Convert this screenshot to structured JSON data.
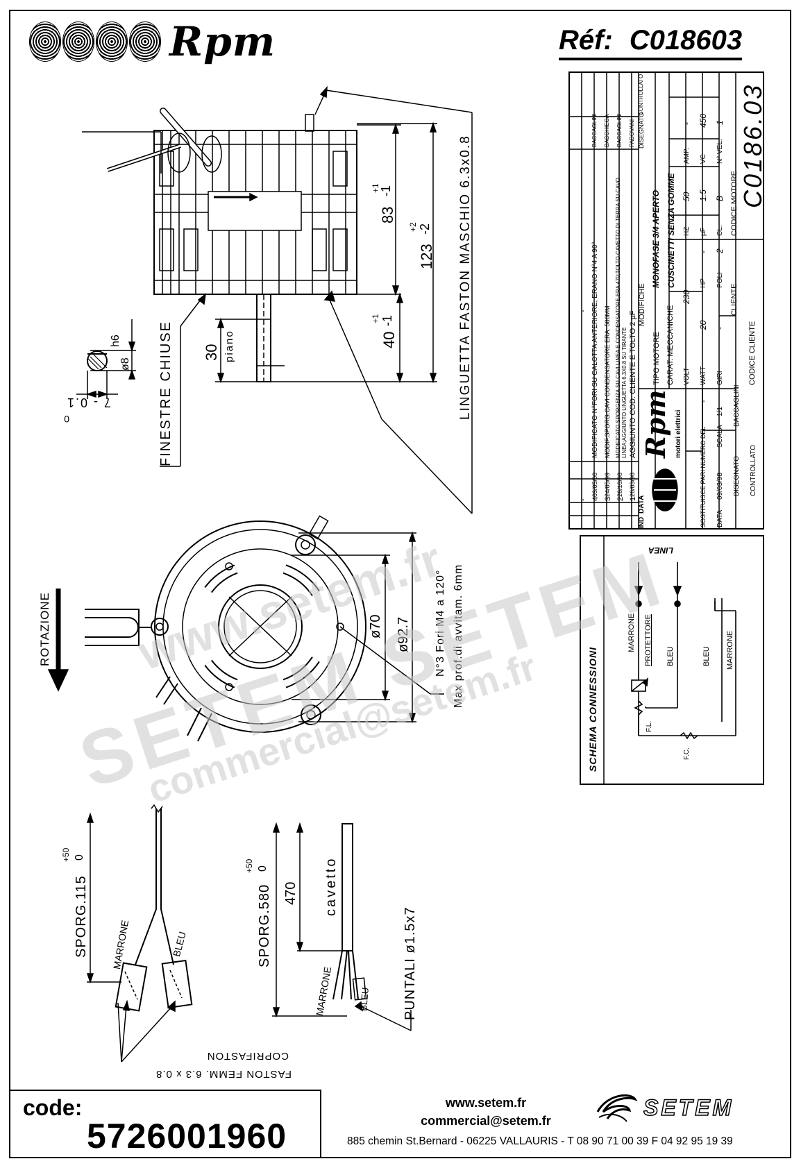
{
  "header": {
    "brand": "Rpm",
    "ref_label": "Réf:",
    "ref_value": "C018603"
  },
  "drawing": {
    "dim_83": "83",
    "dim_83_tol_upper": "+1",
    "dim_83_tol_lower": "-1",
    "dim_123": "123",
    "dim_123_tol_upper": "+2",
    "dim_123_tol_lower": "-2",
    "dim_40": "40",
    "dim_40_tol_upper": "+1",
    "dim_40_tol_lower": "-1",
    "dim_30": "30",
    "piano": "piano",
    "h6": "h6",
    "diam8": "ø8",
    "dim_7": "7 - 0.1",
    "dim_7_tol": "0",
    "finestre": "FINESTRE CHIUSE",
    "linguetta": "LINGUETTA FASTON MASCHIO 6.3x0.8",
    "fori": "N°3 Fori M4 a 120°",
    "max_prof": "Max prof.di avvitam. 6mm",
    "diam70": "ø70",
    "diam92": "ø92.7",
    "rotazione": "ROTAZIONE",
    "sporg115": "SPORG.115",
    "sporg115_tol": "+50",
    "sporg115_zero": "0",
    "marrone1": "MARRONE",
    "bleu1": "BLEU",
    "faston_femm": "FASTON FEMM. 6.3 x 0.8",
    "coprifaston": "COPRIFASTON",
    "sporg580": "SPORG.580",
    "sporg580_tol": "+50",
    "sporg580_zero": "0",
    "dim_470": "470",
    "cavetto": "cavetto",
    "marrone2": "MARRONE",
    "bleu2": "BLEU",
    "puntali": "PUNTALI ø1.5x7"
  },
  "title_block": {
    "rev_header": {
      "ind": "IND",
      "data": "DATA",
      "modifiche": "MODIFICHE",
      "disegnato": "DISEGNATO",
      "controllato": "CONTROLLATO"
    },
    "revisions": [
      {
        "ind": "4",
        "data": "03/05/00",
        "text": "MODIFICATO N°FORI SU CALOTTA ANTERIORE, ERANO N°4 A 90°",
        "disegnato": "BACCAGLINI"
      },
      {
        "ind": "3",
        "data": "24/05/99",
        "text": "MODIF.SPORG.CAVI CONDENSATORE ERA: 580MM",
        "disegnato": "BACCHIEGA"
      },
      {
        "ind": "2",
        "data": "26/10/98",
        "text": "MODIFICATO SPORGENZA SU CAVI LINEA E CONDENSATORE,ERA 470;TOLTO CAVETTO DI TERRA SU CAVO LINEA;AGGIUNTO LINGUETTA 6.3X0.8 SU TIRANTE",
        "disegnato": "BACCAGLINI"
      },
      {
        "ind": "1",
        "data": "26/03/98",
        "text": "AGGIUNTO COD. CLIENTE E TOLTO 2 µF",
        "disegnato": "PADOVANI"
      }
    ],
    "dash": "-",
    "logo_name": "Rpm",
    "logo_sub": "motori elettrici",
    "tipo_motore_label": "TIPO MOTORE",
    "tipo_motore": "MONOFASE 3/4 APERTO",
    "carat_label": "CARAT. MECCANICHE",
    "carat": "CUSCINETTI SENZA GOMME",
    "volt_label": "VOLT",
    "volt": "230",
    "hz_label": "HZ",
    "hz": "50",
    "amp_label": "AMP.",
    "amp": "-",
    "watt_label": "WATT",
    "watt": "20",
    "hp_label": "HP",
    "hp": "-",
    "uf_label": "µF",
    "uf": "1.5",
    "vc_label": "VC",
    "vc": "450",
    "giri_label": "GIRI",
    "giri": "-",
    "poli_label": "POLI",
    "poli": "2",
    "cl_label": "CL.",
    "cl": "B",
    "nvel_label": "N° VEL.",
    "nvel": "1",
    "cliente_label": "CLIENTE",
    "codice_motore_label": "CODICE MOTORE",
    "codice_motore": "C0186.03",
    "codice_cliente_label": "CODICE CLIENTE",
    "sostituisce_label": "SOSTITUISCE PARI NUMERO DEL",
    "sostituisce": "-",
    "data_label": "DATA",
    "data": "09/03/98",
    "scala_label": "SCALA",
    "scala": "1/1",
    "disegnato_label": "DISEGNATO",
    "disegnato": "BACCAGLINI",
    "controllato_label": "CONTROLLATO"
  },
  "schema": {
    "title": "SCHEMA CONNESSIONI",
    "linea": "LINEA",
    "marrone": "MARRONE",
    "protettore": "PROTETTORE",
    "bleu": "BLEU",
    "bleu2": "BLEU",
    "marrone2": "MARRONE",
    "fl": "F.L.",
    "fc": "F.C."
  },
  "footer": {
    "code_label": "code:",
    "code_value": "5726001960",
    "website": "www.setem.fr",
    "email": "commercial@setem.fr",
    "address": "885 chemin St.Bernard  -  06225 VALLAURIS  -  T 08 90 71 00 39   F 04 92 95 19 39",
    "setem": "SETEM"
  },
  "watermark": {
    "line1": "www.setem.fr",
    "line2": "SETEM SETEM",
    "line3": "commercial@setem.fr"
  }
}
